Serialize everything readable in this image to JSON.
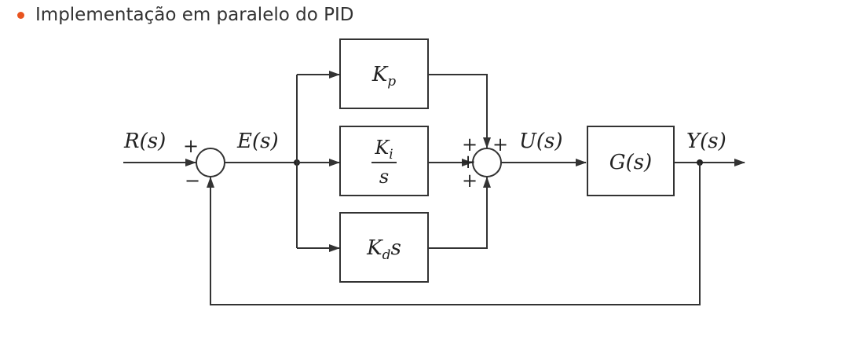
{
  "heading": {
    "text": "Implementação em paralelo do PID",
    "bullet_color": "#e8541f"
  },
  "signals": {
    "reference": "R(s)",
    "error": "E(s)",
    "control": "U(s)",
    "output": "Y(s)"
  },
  "blocks": {
    "proportional": "Kp",
    "integral_num": "Ki",
    "integral_den": "s",
    "derivative": "Kds",
    "plant": "G(s)"
  },
  "signs": {
    "sum1_top": "+",
    "sum1_bottom": "−",
    "sum2_top": "+",
    "sum2_left": "+",
    "sum2_right": "+",
    "sum2_bottom": "+"
  }
}
